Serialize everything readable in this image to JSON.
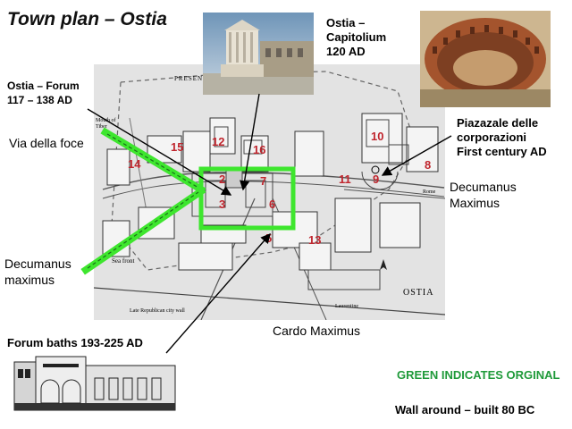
{
  "slide": {
    "title": "Town plan – Ostia",
    "labels": {
      "forum": [
        "Ostia – Forum",
        "117 – 138 AD"
      ],
      "capitolium": [
        "Ostia –",
        "Capitolium",
        "120 AD"
      ],
      "piazzale": [
        "Piazazale delle",
        "corporazioni",
        "First century AD"
      ],
      "via_foce": "Via della foce",
      "decumanus_right": [
        "Decumanus",
        "Maximus"
      ],
      "decumanus_left": [
        "Decumanus",
        "maximus"
      ],
      "cardo": "Cardo Maximus",
      "forum_baths": "Forum baths 193-225 AD",
      "green_note": "GREEN INDICATES ORGINAL",
      "wall_note": "Wall around – built 80 BC"
    },
    "map": {
      "numbers": [
        "15",
        "12",
        "16",
        "10",
        "14",
        "2",
        "7",
        "3",
        "6",
        "11",
        "9",
        "8",
        "5",
        "13"
      ],
      "text": [
        "PRESENT",
        "Mouth of Tiber",
        "Sea front",
        "OSTIA",
        "Late Republican city wall",
        "Laurentine",
        "Rome"
      ]
    },
    "colors": {
      "highlight_green": "#3ee62e",
      "map_number": "#c0262e",
      "map_bg": "#e3e3e3"
    },
    "icons": [
      "capitolium-photo",
      "theater-photo",
      "forum-baths-elevation",
      "north-arrow-icon"
    ]
  }
}
